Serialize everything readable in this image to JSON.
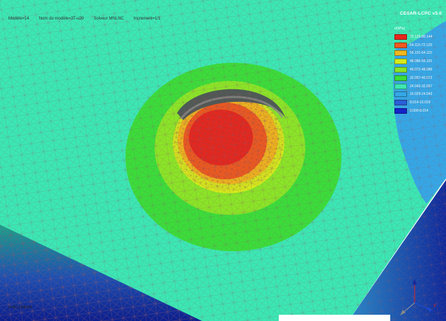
{
  "header": {
    "model": "Modèle=14",
    "model_name": "Nom du modèle=3T-u20",
    "solver": "Solveur MNLNC",
    "increment": "Increment=1/1"
  },
  "app_title": "CESAR-LCPC v5.0",
  "legend": {
    "unit": "σ(kPa)",
    "items": [
      {
        "label": "72.129-80.144",
        "color": "#e8261c"
      },
      {
        "label": "64.115-72.129",
        "color": "#f05a1e"
      },
      {
        "label": "56.101-64.115",
        "color": "#f2b71c"
      },
      {
        "label": "48.086-56.101",
        "color": "#d6ea1b"
      },
      {
        "label": "40.072-48.086",
        "color": "#8ae427"
      },
      {
        "label": "32.057-40.072",
        "color": "#3bdc3a"
      },
      {
        "label": "24.043-32.057",
        "color": "#3ee6b0"
      },
      {
        "label": "16.029-24.043",
        "color": "#35a7e6"
      },
      {
        "label": "8.014-16.029",
        "color": "#2b5fd6"
      },
      {
        "label": "0.000-8.014",
        "color": "#1624c8"
      }
    ]
  },
  "scale_readout": "ε=80.144mm",
  "triad": {
    "x_label": "x",
    "y_label": "y",
    "z_label": "z"
  },
  "colors": {
    "background": "#ffffff",
    "mesh_face": "#3be7b4",
    "mesh_lines": "#8f5a6a"
  }
}
